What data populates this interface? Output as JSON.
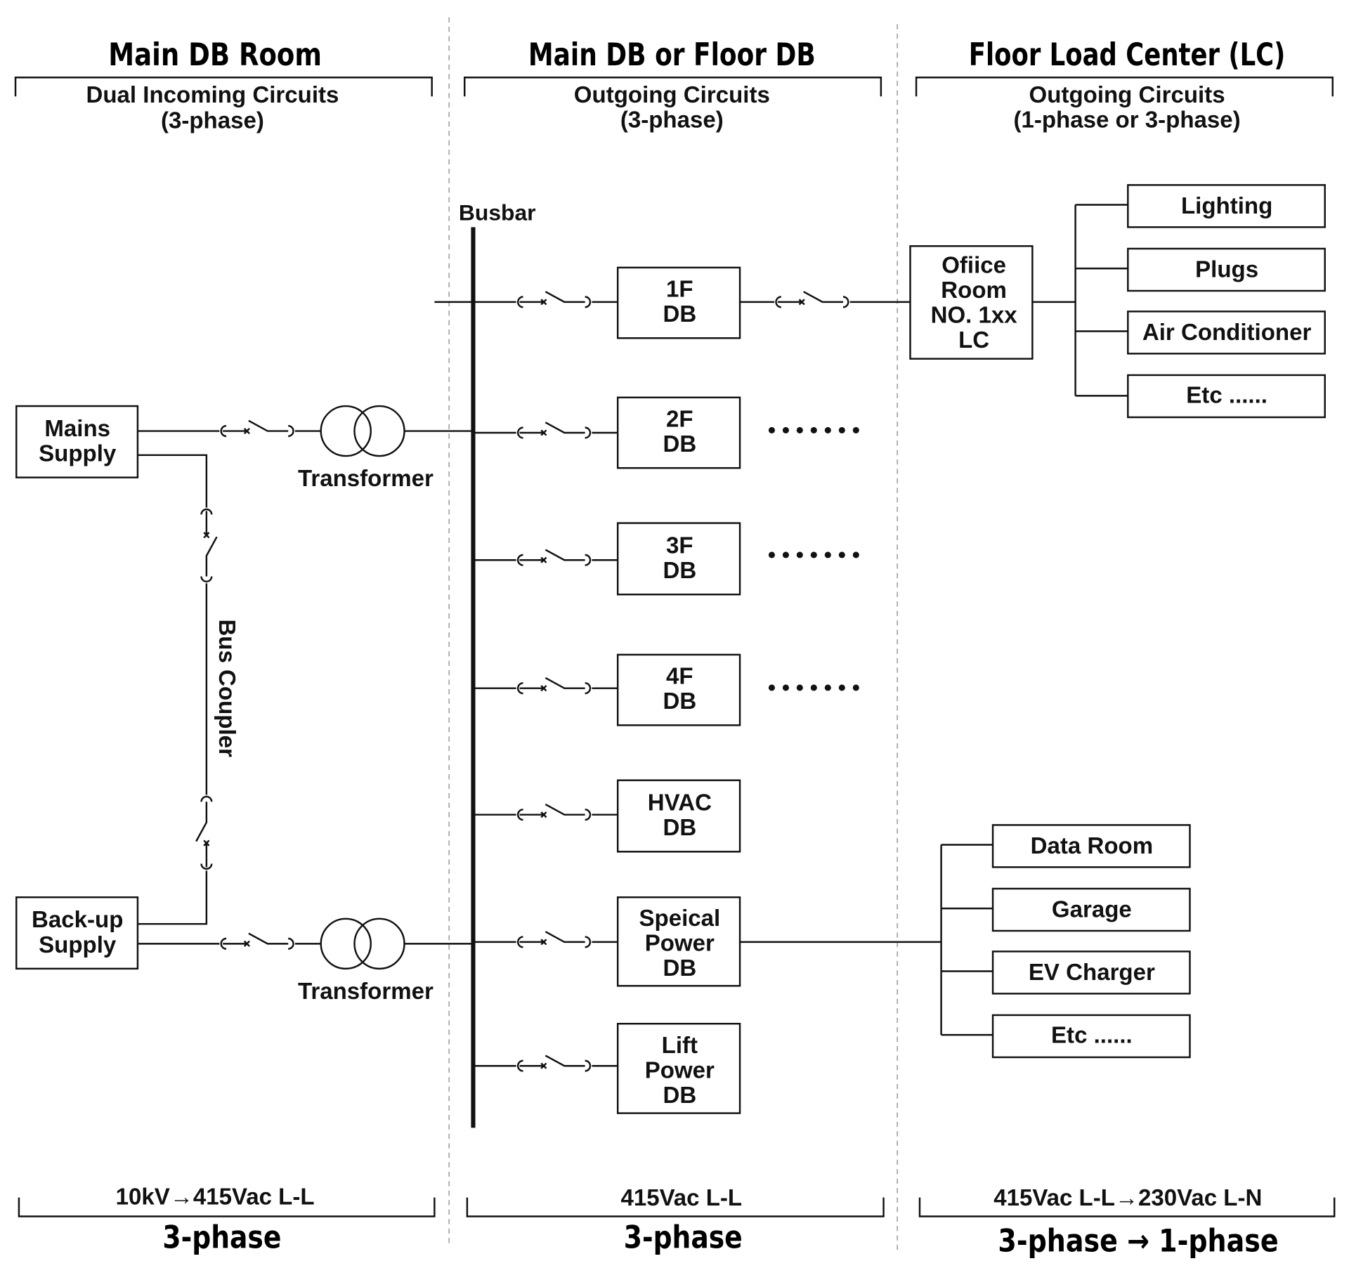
{
  "columns": [
    {
      "title": "Main DB Room",
      "subtitle1": "Dual Incoming Circuits",
      "subtitle2": "(3-phase)",
      "voltage": "10kV→415Vac L-L",
      "phase": "3-phase"
    },
    {
      "title": "Main DB or Floor DB",
      "subtitle1": "Outgoing Circuits",
      "subtitle2": "(3-phase)",
      "voltage": "415Vac L-L",
      "phase": "3-phase"
    },
    {
      "title": "Floor Load Center (LC)",
      "subtitle1": "Outgoing Circuits",
      "subtitle2": "(1-phase or 3-phase)",
      "voltage": "415Vac L-L→230Vac L-N",
      "phase": "3-phase → 1-phase"
    }
  ],
  "sources": {
    "mains": [
      "Mains",
      "Supply"
    ],
    "backup": [
      "Back-up",
      "Supply"
    ],
    "transformer": "Transformer",
    "bus_coupler": "Bus Coupler"
  },
  "busbar": "Busbar",
  "dbs": [
    [
      "1F",
      "DB"
    ],
    [
      "2F",
      "DB"
    ],
    [
      "3F",
      "DB"
    ],
    [
      "4F",
      "DB"
    ],
    [
      "HVAC",
      "DB"
    ],
    [
      "Speical",
      "Power",
      "DB"
    ],
    [
      "Lift",
      "Power",
      "DB"
    ]
  ],
  "ellipsis": "• • • • • • •",
  "office_lc": [
    "Ofiice",
    "Room",
    "NO. 1xx",
    "LC"
  ],
  "office_loads": [
    "Lighting",
    "Plugs",
    "Air Conditioner",
    "Etc ......"
  ],
  "special_loads": [
    "Data Room",
    "Garage",
    "EV Charger",
    "Etc ......"
  ]
}
